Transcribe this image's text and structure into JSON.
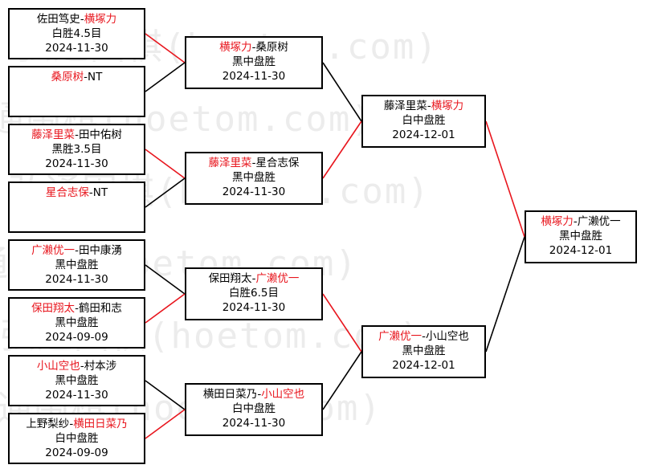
{
  "watermark": "弘通围棋(hoetom.com)",
  "colors": {
    "winner": "#e8151d",
    "line_win": "#e8151d",
    "line_lose": "#000000",
    "border": "#000000"
  },
  "rounds": {
    "r1": [
      {
        "p1": "佐田笃史",
        "p2": "横塚力",
        "winner": 2,
        "result": "白胜4.5目",
        "date": "2024-11-30"
      },
      {
        "p1": "桑原树",
        "p2": "NT",
        "winner": 1,
        "result": "",
        "date": ""
      },
      {
        "p1": "藤泽里菜",
        "p2": "田中佑树",
        "winner": 1,
        "result": "黑胜3.5目",
        "date": "2024-11-30"
      },
      {
        "p1": "星合志保",
        "p2": "NT",
        "winner": 1,
        "result": "",
        "date": ""
      },
      {
        "p1": "广濑优一",
        "p2": "田中康湧",
        "winner": 1,
        "result": "黑中盘胜",
        "date": "2024-11-30"
      },
      {
        "p1": "保田翔太",
        "p2": "鹤田和志",
        "winner": 1,
        "result": "黑中盘胜",
        "date": "2024-09-09"
      },
      {
        "p1": "小山空也",
        "p2": "村本涉",
        "winner": 1,
        "result": "黑中盘胜",
        "date": "2024-11-30"
      },
      {
        "p1": "上野梨纱",
        "p2": "横田日菜乃",
        "winner": 2,
        "result": "白中盘胜",
        "date": "2024-09-09"
      }
    ],
    "r2": [
      {
        "p1": "横塚力",
        "p2": "桑原树",
        "winner": 1,
        "result": "黑中盘胜",
        "date": "2024-11-30"
      },
      {
        "p1": "藤泽里菜",
        "p2": "星合志保",
        "winner": 1,
        "result": "黑中盘胜",
        "date": "2024-11-30"
      },
      {
        "p1": "保田翔太",
        "p2": "广濑优一",
        "winner": 2,
        "result": "白胜6.5目",
        "date": "2024-11-30"
      },
      {
        "p1": "横田日菜乃",
        "p2": "小山空也",
        "winner": 2,
        "result": "白中盘胜",
        "date": "2024-11-30"
      }
    ],
    "r3": [
      {
        "p1": "藤泽里菜",
        "p2": "横塚力",
        "winner": 2,
        "result": "白中盘胜",
        "date": "2024-12-01"
      },
      {
        "p1": "广濑优一",
        "p2": "小山空也",
        "winner": 1,
        "result": "黑中盘胜",
        "date": "2024-12-01"
      }
    ],
    "final": [
      {
        "p1": "横塚力",
        "p2": "广濑优一",
        "winner": 1,
        "result": "黑中盘胜",
        "date": "2024-12-01"
      }
    ]
  }
}
